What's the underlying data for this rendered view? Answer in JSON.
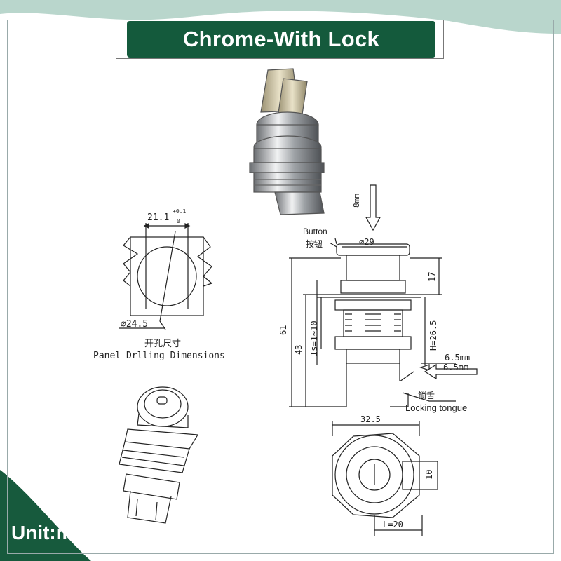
{
  "title": "Chrome-With Lock",
  "unit_label": "Unit:mm",
  "colors": {
    "title_bg": "#145a3c",
    "corner_light": "#b9d6cc",
    "corner_dark": "#175a3d"
  },
  "panel_drilling": {
    "width_dim": "21.1",
    "tol_upper": "+0.1",
    "tol_lower": "0",
    "diameter_dim": "⌀24.5",
    "label_cn": "开孔尺寸",
    "label_en": "Panel Drlling Dimensions"
  },
  "side_view": {
    "button_label": "Button",
    "button_label_cn": "按钮",
    "button_diameter": "⌀29",
    "travel_dim": "8mm",
    "dim_17": "17",
    "dim_H": "H=26.5",
    "dim_Is": "Is=1~10",
    "dim_43": "43",
    "dim_61": "61",
    "dim_6_5_a": "6.5mm",
    "dim_6_5_b": "6.5mm",
    "tongue_cn": "锁舌",
    "tongue_en": "Locking tongue"
  },
  "top_view": {
    "width_dim": "32.5",
    "tongue_width": "10",
    "tongue_length": "L=20"
  }
}
